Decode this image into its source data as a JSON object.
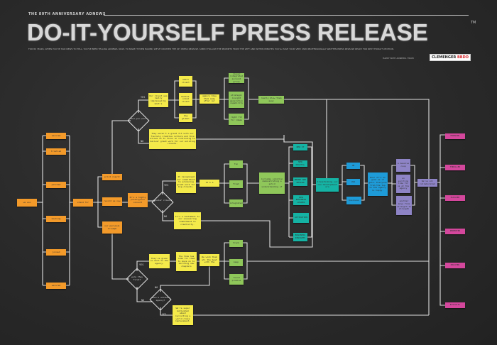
{
  "header": {
    "kicker": "THE 80TH ANNIVERSARY ADNEWS",
    "title": "DO-IT-YOURSELF PRESS RELEASE",
    "trademark": "TM",
    "intro": "FOR 80 YEARS, WHEN YOU'VE HAD NEWS TO TELL, YOU'VE BEEN TELLING ADNEWS. NOW, TO MAKE IT EVEN EASIER, WE'VE CREATED THE DIY PRESS RELEASE. SIMPLY FOLLOW THE PROMPTS FROM THE LEFT AND WITHIN MINUTES YOU'LL HAVE YOUR VERY OWN PROFESSIONALLY WRITTEN PRESS RELEASE READY FOR NEXT FRIDAY'S EDITION.",
    "birthday": "HAPPY 80TH ADNEWS. FROM",
    "logo_a": "CLEMENGER",
    "logo_b": "BBDO"
  },
  "labels": {
    "yes": "YES",
    "no": "NO"
  },
  "decisions": [
    {
      "text": "did you win?"
    },
    {
      "text": "popular client?"
    },
    {
      "text": "were they first?"
    },
    {
      "text": "when's another agency?"
    }
  ],
  "notes": {
    "orange": [
      "we won",
      "secured",
      "trialled",
      "pitched",
      "hosting",
      "joined",
      "secured",
      "stand for",
      "print result",
      "record as new",
      "our personal triumph",
      "It's a highly prestigious consult"
    ],
    "yellow": [
      "Our client was really impressed by what's",
      "small client",
      "medium-sized client",
      "big global",
      "agency blew them away after our",
      "They weren't a great fit with our fiercely creative culture and this allows us to focus on continuing to deliver great work for our existing clients.",
      "It recognised our commitment to producing great work for big clients.",
      "It's a",
      "It's a testament to our unwavering commitment to creativity.",
      "They've given so much to the agency.",
      "The time has come for them to move on to exciting new chapters",
      "We wish them all the best with the",
      "We're super motivated about recruiting a world class replacement."
    ],
    "green": [
      "clever integrated account group",
      "strategic insight generation capability",
      "right fit for ideas",
      "really blew them away",
      "fun",
      "fresh",
      "integrated",
      "includes solution demonstrating a solid understanding of",
      "track",
      "keep",
      "found promise"
    ],
    "teal": [
      "NEW IT",
      "NEW DIGITAL",
      "BRAND AND DESIGN",
      "NEW BUSINESS LEADER",
      "ACTIVATION",
      "BUSINESS INSIGHTS",
      "transforming our new development era"
    ],
    "blue": [
      "UK",
      "USA",
      "business",
      "Wow! It's as good as it gets. Everyone from the top to the agency is happy."
    ],
    "purple": [
      "a massive coup",
      "an exciting time for us at the agency",
      "another move from strength to strength",
      "We've all collaborated"
    ],
    "magenta": [
      "MORNING",
      "THRILLED",
      "PLEASED",
      "PROMOTED",
      "EXCITED",
      "ECSTATIC"
    ]
  },
  "colors": {
    "orange": "#f39a2a",
    "yellow": "#f4ea4a",
    "green": "#8fc75a",
    "teal": "#15b3a4",
    "blue": "#1e9bd8",
    "purple": "#8e84c6",
    "magenta": "#d4479c",
    "chalk": "#e6e6e6"
  }
}
